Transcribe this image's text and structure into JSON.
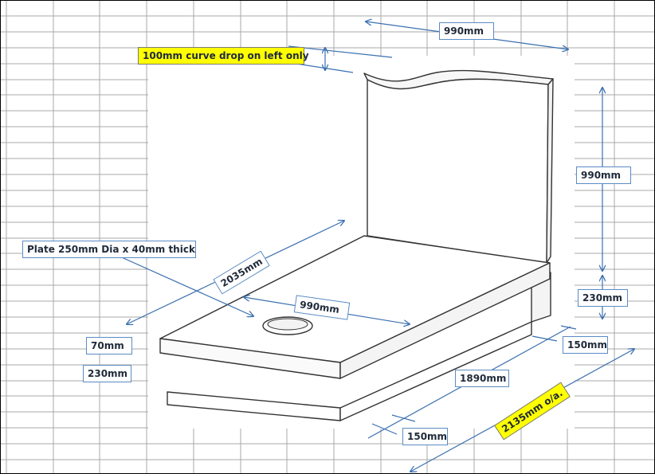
{
  "labels": {
    "curve_drop": "100mm curve drop on left only",
    "top_width": "990mm",
    "headstone_height": "990mm",
    "plate": "Plate 250mm Dia x 40mm thick",
    "slab_length": "2035mm",
    "slab_width": "990mm",
    "base_height": "230mm",
    "slab_thickness": "70mm",
    "plinth_height": "230mm",
    "rear_plinth_depth": "150mm",
    "plinth_length": "1890mm",
    "front_plinth_depth": "150mm",
    "overall_length": "2135mm o/a."
  },
  "colors": {
    "dimension": "#3a6fb0",
    "outline": "#333333",
    "grid": "#a9a9a9",
    "highlight": "#ffff00"
  }
}
